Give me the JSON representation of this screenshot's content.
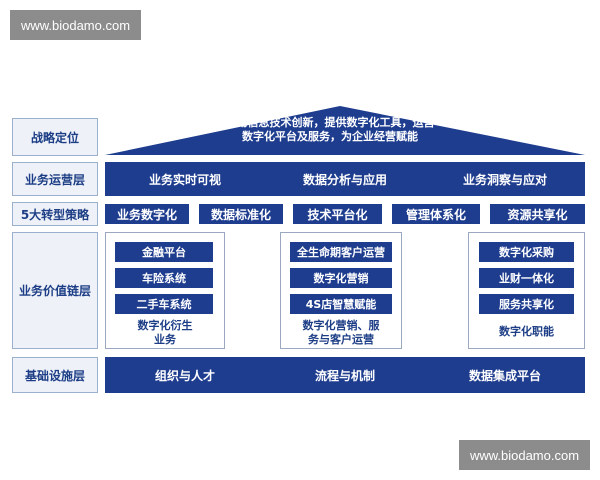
{
  "watermark": {
    "top": "www.biodamo.com",
    "bottom": "www.biodamo.com"
  },
  "colors": {
    "primary": "#1e3d8f",
    "side_bg": "#eef2f8",
    "side_text": "#1d3e86",
    "watermark_bg": "#8c8c8c"
  },
  "rows": {
    "strategy": {
      "label": "战略定位",
      "roof_line1": "推动信息技术创新，提供数字化工具，运营",
      "roof_line2": "数字化平台及服务，为企业经营赋能"
    },
    "operation": {
      "label": "业务运营层",
      "items": [
        "业务实时可视",
        "数据分析与应用",
        "业务洞察与应对"
      ]
    },
    "transform": {
      "label": "5大转型策略",
      "items": [
        "业务数字化",
        "数据标准化",
        "技术平台化",
        "管理体系化",
        "资源共享化"
      ]
    },
    "value_chain": {
      "label": "业务价值链层",
      "groups": [
        {
          "items": [
            "金融平台",
            "车险系统",
            "二手车系统"
          ],
          "caption1": "数字化衍生",
          "caption2": "业务"
        },
        {
          "items": [
            "全生命期客户运营",
            "数字化营销",
            "4S店智慧赋能"
          ],
          "caption1": "数字化营销、服",
          "caption2": "务与客户运营"
        },
        {
          "items": [
            "数字化采购",
            "业财一体化",
            "服务共享化"
          ],
          "caption1": "数字化职能",
          "caption2": ""
        }
      ]
    },
    "infra": {
      "label": "基础设施层",
      "items": [
        "组织与人才",
        "流程与机制",
        "数据集成平台"
      ]
    }
  }
}
